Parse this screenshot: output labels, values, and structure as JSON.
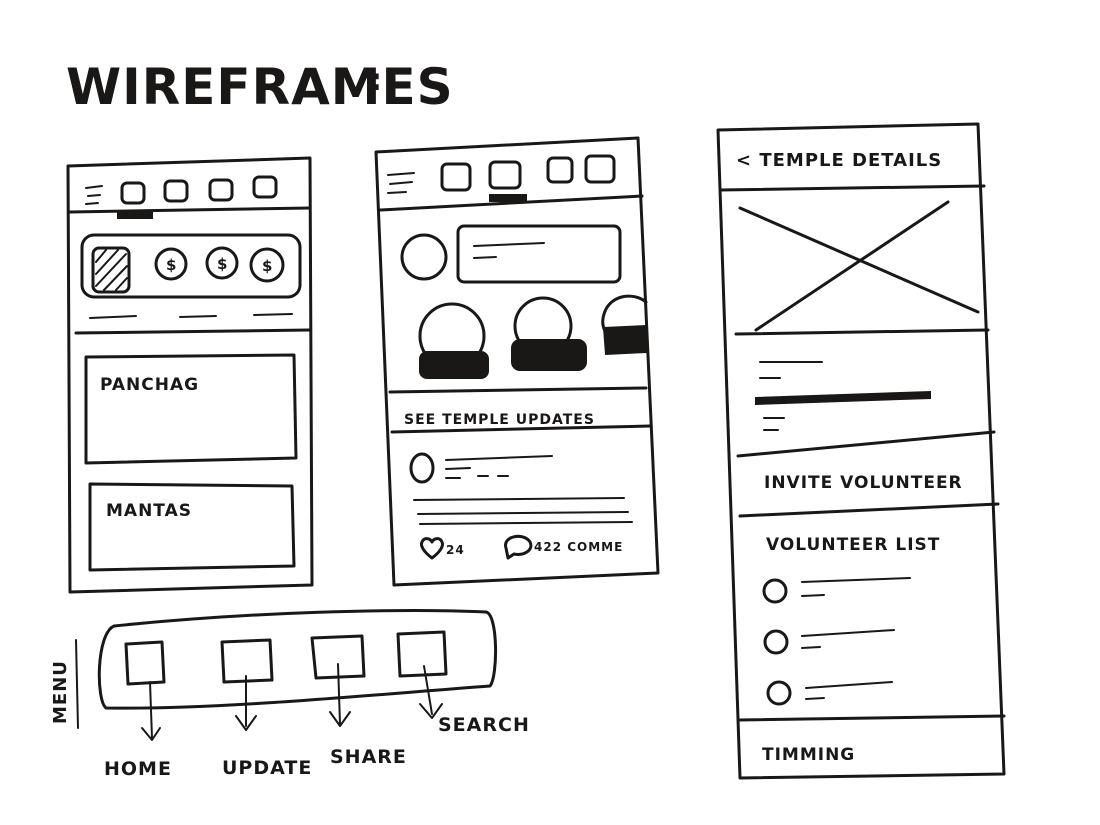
{
  "title": "Wireframes",
  "title_colon": ":",
  "screen1": {
    "card1_label": "Panchag",
    "card2_label": "Mantas",
    "icon_labels": [
      "$",
      "$",
      "$"
    ]
  },
  "screen2": {
    "see_updates_label": "See temple updates",
    "likes_label": "24",
    "comments_label": "422 comme"
  },
  "screen3": {
    "header_label": "< Temple details",
    "invite_label": "Invite volunteer",
    "list_heading": "Volunteer list",
    "timing_label": "Timming"
  },
  "menu": {
    "side_label": "Menu",
    "items": [
      "Home",
      "Update",
      "Share",
      "Search"
    ]
  },
  "colors": {
    "ink": "#1a1717",
    "paper": "#ffffff"
  }
}
